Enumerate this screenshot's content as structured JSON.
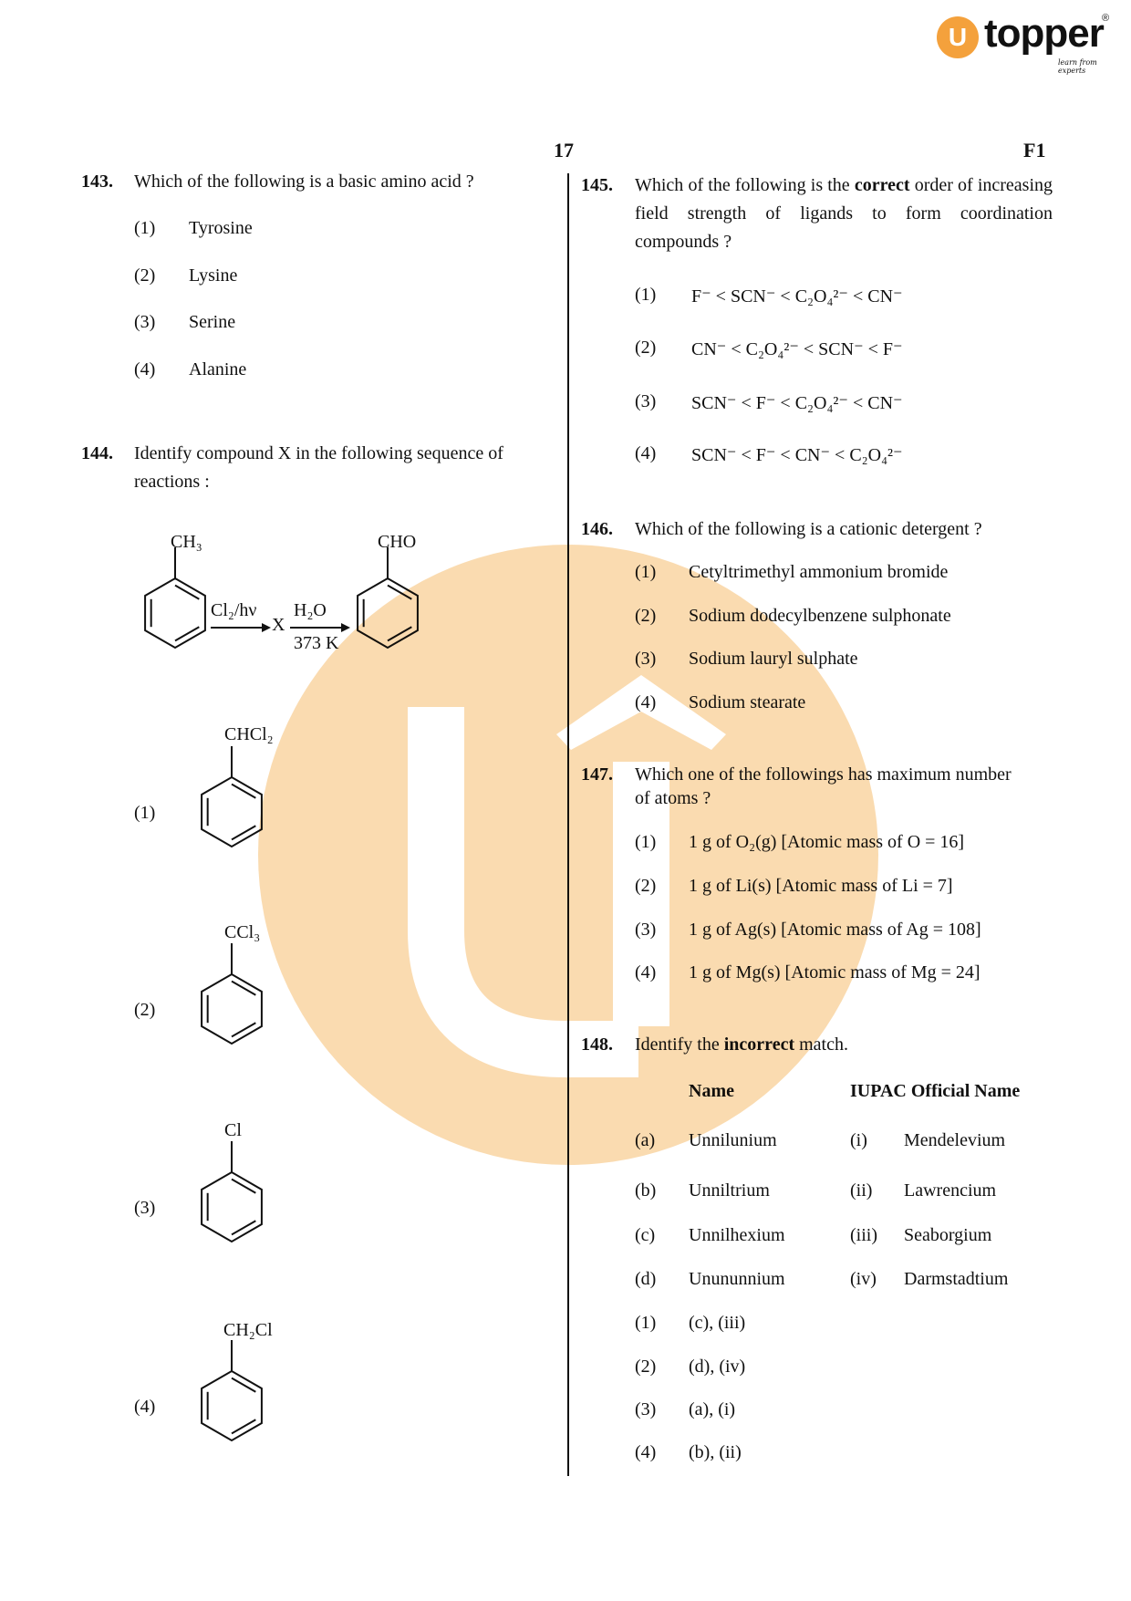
{
  "logo": {
    "mark": "U",
    "word": "topper",
    "registered": "®",
    "tagline": "learn from experts",
    "color": "#f4a13c"
  },
  "header": {
    "page_number": "17",
    "code": "F1"
  },
  "q143": {
    "num": "143.",
    "text": "Which of the following is a basic amino acid ?",
    "options": [
      {
        "n": "(1)",
        "t": "Tyrosine"
      },
      {
        "n": "(2)",
        "t": "Lysine"
      },
      {
        "n": "(3)",
        "t": "Serine"
      },
      {
        "n": "(4)",
        "t": "Alanine"
      }
    ]
  },
  "q144": {
    "num": "144.",
    "line1": "Identify compound X in the following sequence of",
    "line2": "reactions :",
    "scheme": {
      "start": "CH₃",
      "reagent1": "Cl₂/hν",
      "intermediate": "X",
      "reagent2": "H₂O",
      "condition": "373 K",
      "product": "CHO"
    },
    "options": [
      {
        "n": "(1)",
        "sub": "CHCl₂"
      },
      {
        "n": "(2)",
        "sub": "CCl₃"
      },
      {
        "n": "(3)",
        "sub": "Cl"
      },
      {
        "n": "(4)",
        "sub": "CH₂Cl"
      }
    ]
  },
  "q145": {
    "num": "145.",
    "pre": "Which of the following is the",
    "bold": "correct",
    "post": "order of increasing field strength of ligands to form coordination compounds ?",
    "options": [
      {
        "n": "(1)",
        "t": "F⁻ < SCN⁻ < C₂O₄²⁻ < CN⁻"
      },
      {
        "n": "(2)",
        "t": "CN⁻ < C₂O₄²⁻ < SCN⁻ < F⁻"
      },
      {
        "n": "(3)",
        "t": "SCN⁻ < F⁻ < C₂O₄²⁻ < CN⁻"
      },
      {
        "n": "(4)",
        "t": "SCN⁻ < F⁻ < CN⁻ < C₂O₄²⁻"
      }
    ]
  },
  "q146": {
    "num": "146.",
    "text": "Which of the following is a cationic detergent ?",
    "options": [
      {
        "n": "(1)",
        "t": "Cetyltrimethyl ammonium bromide"
      },
      {
        "n": "(2)",
        "t": "Sodium dodecylbenzene sulphonate"
      },
      {
        "n": "(3)",
        "t": "Sodium lauryl sulphate"
      },
      {
        "n": "(4)",
        "t": "Sodium stearate"
      }
    ]
  },
  "q147": {
    "num": "147.",
    "line1": "Which one of the followings has maximum number",
    "line2": "of atoms ?",
    "options": [
      {
        "n": "(1)",
        "t": "1 g of O₂(g) [Atomic mass of O = 16]"
      },
      {
        "n": "(2)",
        "t": "1 g of Li(s) [Atomic mass of Li = 7]"
      },
      {
        "n": "(3)",
        "t": "1 g of Ag(s) [Atomic mass of Ag = 108]"
      },
      {
        "n": "(4)",
        "t": "1 g of Mg(s) [Atomic mass of Mg = 24]"
      }
    ]
  },
  "q148": {
    "num": "148.",
    "pre": "Identify the",
    "bold": "incorrect",
    "post": "match.",
    "col1": "Name",
    "col2": "IUPAC Official Name",
    "rows": [
      {
        "k": "(a)",
        "name": "Unnilunium",
        "r": "(i)",
        "iupac": "Mendelevium"
      },
      {
        "k": "(b)",
        "name": "Unniltrium",
        "r": "(ii)",
        "iupac": "Lawrencium"
      },
      {
        "k": "(c)",
        "name": "Unnilhexium",
        "r": "(iii)",
        "iupac": "Seaborgium"
      },
      {
        "k": "(d)",
        "name": "Unununnium",
        "r": "(iv)",
        "iupac": "Darmstadtium"
      }
    ],
    "options": [
      {
        "n": "(1)",
        "t": "(c), (iii)"
      },
      {
        "n": "(2)",
        "t": "(d), (iv)"
      },
      {
        "n": "(3)",
        "t": "(a), (i)"
      },
      {
        "n": "(4)",
        "t": "(b), (ii)"
      }
    ]
  },
  "watermark": {
    "color": "#f8cf95"
  }
}
